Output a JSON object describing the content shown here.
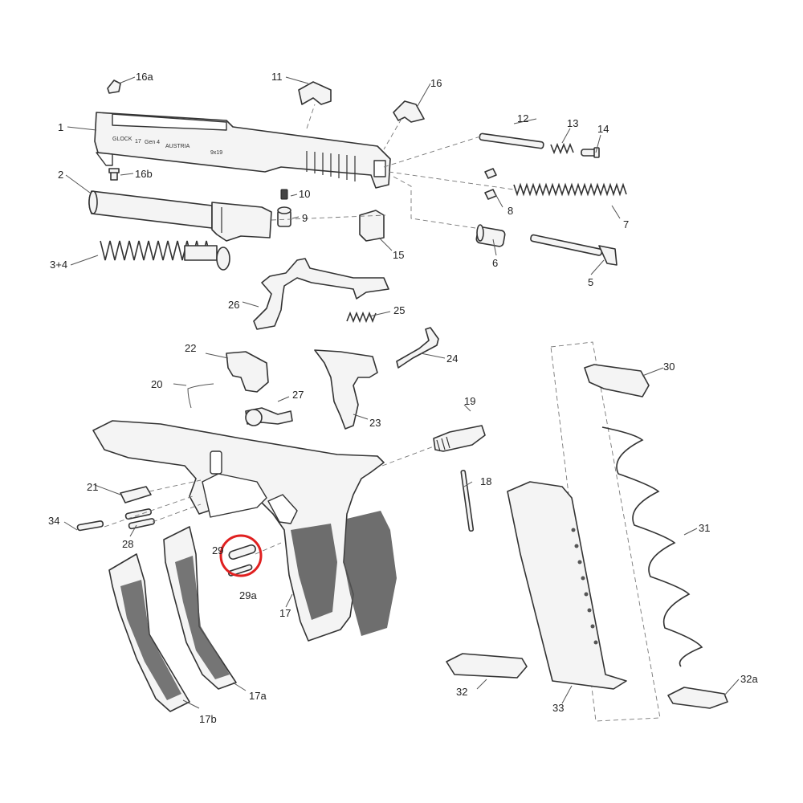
{
  "diagram": {
    "slide_engravings": {
      "brand": "GLOCK",
      "model": "17",
      "gen": "Gen 4",
      "country": "AUSTRIA",
      "caliber": "9x19"
    },
    "highlight_color": "#e02020",
    "labels": {
      "p1": "1",
      "p2": "2",
      "p3_4": "3+4",
      "p5": "5",
      "p6": "6",
      "p7": "7",
      "p8": "8",
      "p9": "9",
      "p10": "10",
      "p11": "11",
      "p12": "12",
      "p13": "13",
      "p14": "14",
      "p15": "15",
      "p16": "16",
      "p16a": "16a",
      "p16b": "16b",
      "p17": "17",
      "p17a": "17a",
      "p17b": "17b",
      "p18": "18",
      "p19": "19",
      "p20": "20",
      "p21": "21",
      "p22": "22",
      "p23": "23",
      "p24": "24",
      "p25": "25",
      "p26": "26",
      "p27": "27",
      "p28": "28",
      "p29": "29",
      "p29a": "29a",
      "p30": "30",
      "p31": "31",
      "p32": "32",
      "p32a": "32a",
      "p33": "33",
      "p34": "34"
    }
  }
}
